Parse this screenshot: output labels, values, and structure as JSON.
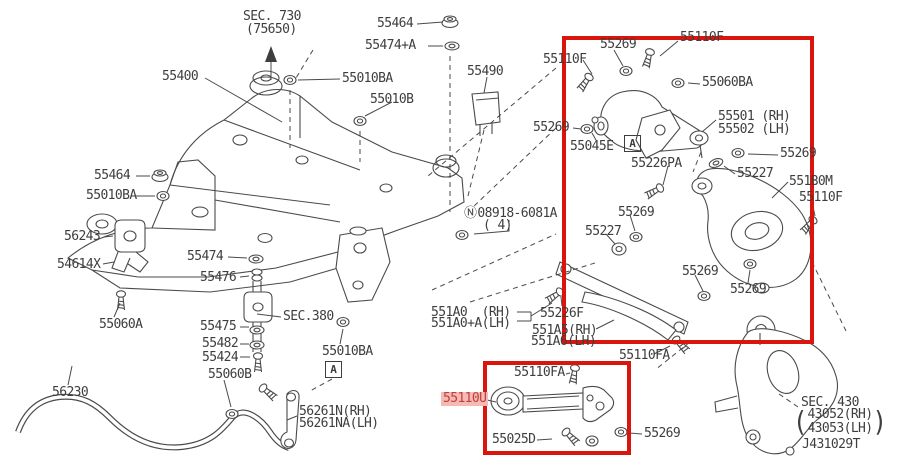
{
  "paren_open": "(",
  "paren_close": ")",
  "labels": [
    "SEC. 730",
    "(75650)",
    "55464",
    "55474+A",
    "55400",
    "55010BA",
    "55010B",
    "55490",
    "55269",
    "55110F",
    "55110F",
    "55060BA",
    "55501 (RH)",
    "55502 (LH)",
    "55269",
    "55045E",
    "A",
    "55226PA",
    "55269",
    "55227",
    "551B0M",
    "55110F",
    "55269",
    "55227",
    {
      "icon": "Ⓝ",
      "text": "08918-6081A"
    },
    "( 4)",
    "55269",
    "55269",
    "55464",
    "55010BA",
    "56243",
    "54614X",
    "55474",
    "55476",
    "55060A",
    "55475",
    "55482",
    "55424",
    "55060B",
    "SEC.380",
    "55010BA",
    "56230",
    "A",
    "56261N(RH)",
    "56261NA(LH)",
    "551A0  (RH)",
    "551A0+A(LH)",
    "55226F",
    "551A5(RH)",
    "551A6(LH)",
    "55110FA",
    "55110FA",
    "55110U",
    "55025D",
    "55269",
    "SEC. 430",
    "43052(RH)",
    "43053(LH)",
    "J431029T"
  ],
  "colors": {
    "highlight_box": "#d9150e",
    "selected_bg": "#f5b9b6",
    "selected_text": "#c04038",
    "line_art": "#4a4a4a",
    "label_text": "#3e3e3e"
  }
}
